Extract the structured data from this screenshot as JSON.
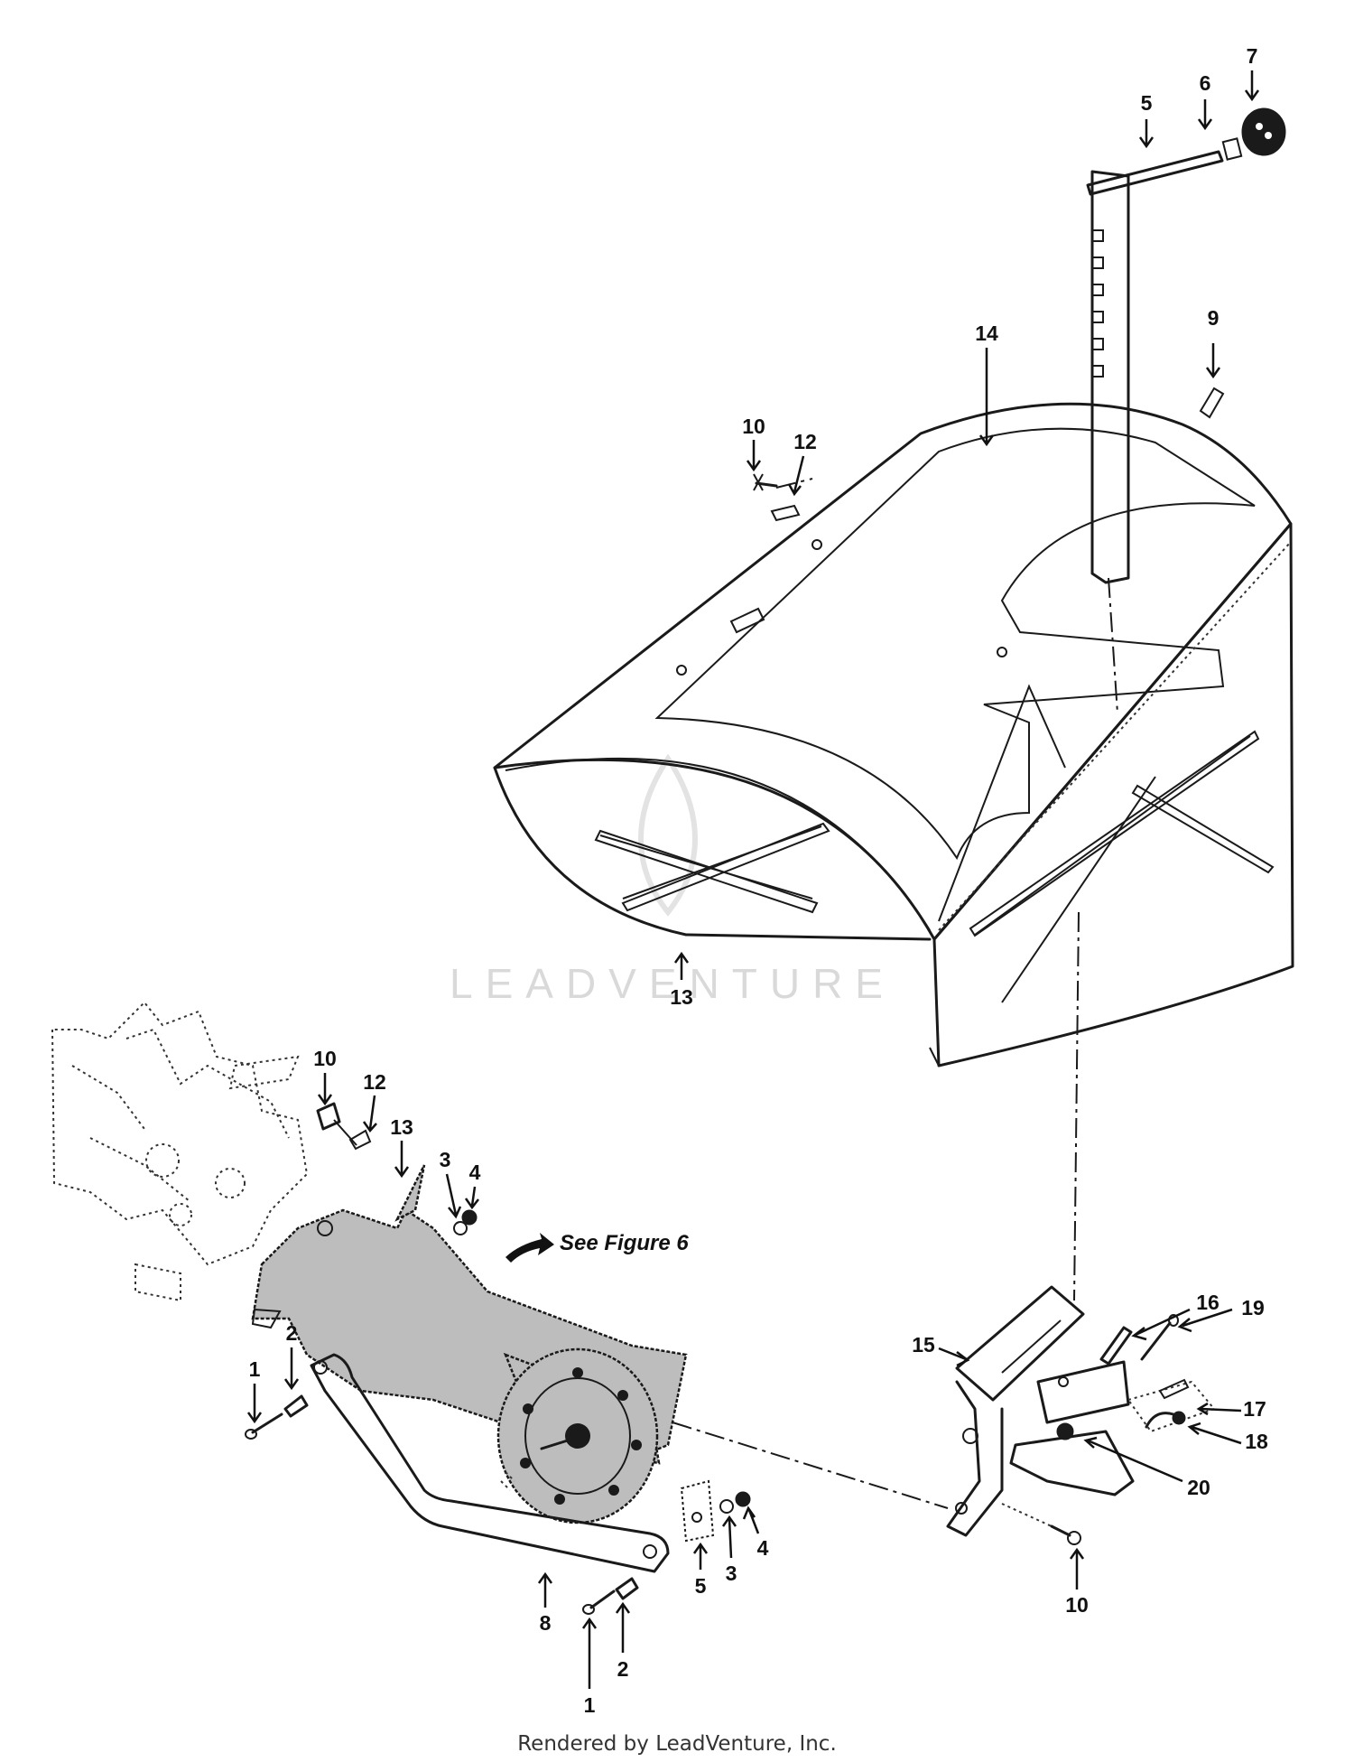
{
  "callouts": [
    {
      "id": "c-5",
      "text": "5"
    },
    {
      "id": "c-6",
      "text": "6"
    },
    {
      "id": "c-7",
      "text": "7"
    },
    {
      "id": "c-14",
      "text": "14"
    },
    {
      "id": "c-9",
      "text": "9"
    },
    {
      "id": "c-10a",
      "text": "10"
    },
    {
      "id": "c-12a",
      "text": "12"
    },
    {
      "id": "c-13a",
      "text": "13"
    },
    {
      "id": "c-10b",
      "text": "10"
    },
    {
      "id": "c-12b",
      "text": "12"
    },
    {
      "id": "c-13b",
      "text": "13"
    },
    {
      "id": "c-3a",
      "text": "3"
    },
    {
      "id": "c-4a",
      "text": "4"
    },
    {
      "id": "c-2a",
      "text": "2"
    },
    {
      "id": "c-1a",
      "text": "1"
    },
    {
      "id": "c-15",
      "text": "15"
    },
    {
      "id": "c-16",
      "text": "16"
    },
    {
      "id": "c-19",
      "text": "19"
    },
    {
      "id": "c-17",
      "text": "17"
    },
    {
      "id": "c-18",
      "text": "18"
    },
    {
      "id": "c-20",
      "text": "20"
    },
    {
      "id": "c-10c",
      "text": "10"
    },
    {
      "id": "c-8",
      "text": "8"
    },
    {
      "id": "c-5b",
      "text": "5"
    },
    {
      "id": "c-3b",
      "text": "3"
    },
    {
      "id": "c-4b",
      "text": "4"
    },
    {
      "id": "c-2b",
      "text": "2"
    },
    {
      "id": "c-1b",
      "text": "1"
    }
  ],
  "see_figure": "See Figure 6",
  "watermark": "LEADVENTURE",
  "footer": "Rendered by LeadVenture, Inc."
}
